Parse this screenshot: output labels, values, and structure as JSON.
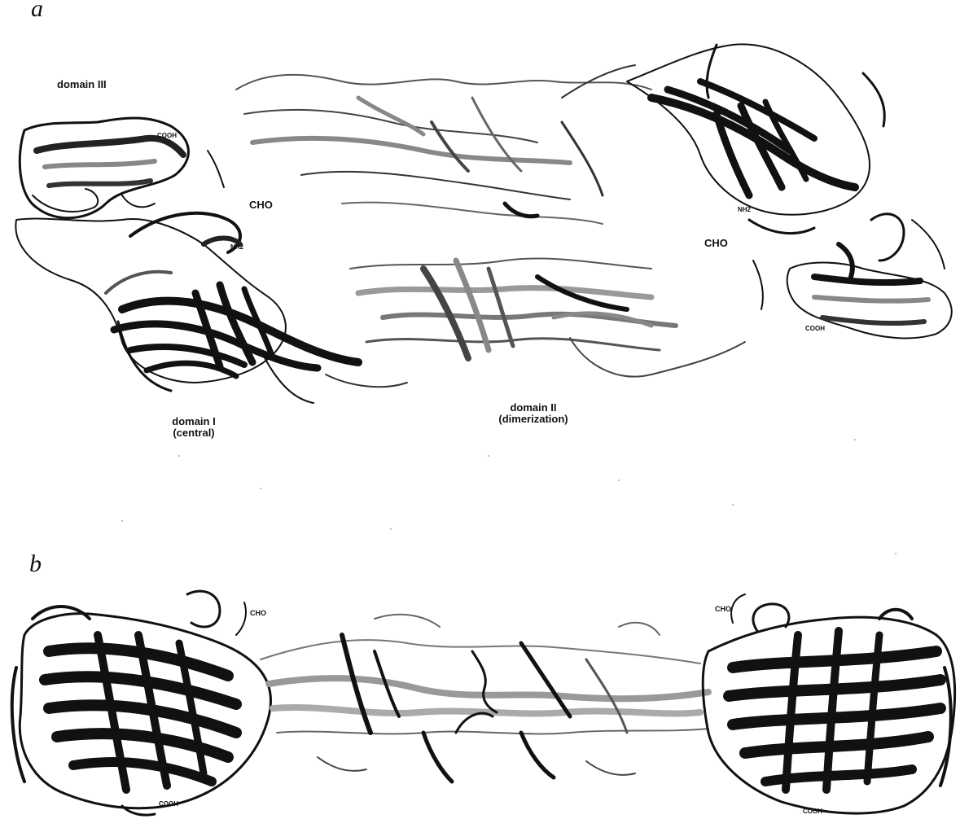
{
  "panels": [
    {
      "letter": "a",
      "labels": {
        "domain_iii": "domain III",
        "domain_i_line1": "domain I",
        "domain_i_line2": "(central)",
        "domain_ii_line1": "domain II",
        "domain_ii_line2": "(dimerization)",
        "cooh_left": "COOH",
        "cho_left": "CHO",
        "nh2_left": "NH2",
        "nh2_right": "NH2",
        "cho_right": "CHO",
        "cooh_right": "COOH"
      }
    },
    {
      "letter": "b",
      "labels": {
        "cho_left": "CHO",
        "cho_right": "CHO",
        "cooh_left": "COOH",
        "cooh_right": "COOH"
      }
    }
  ]
}
